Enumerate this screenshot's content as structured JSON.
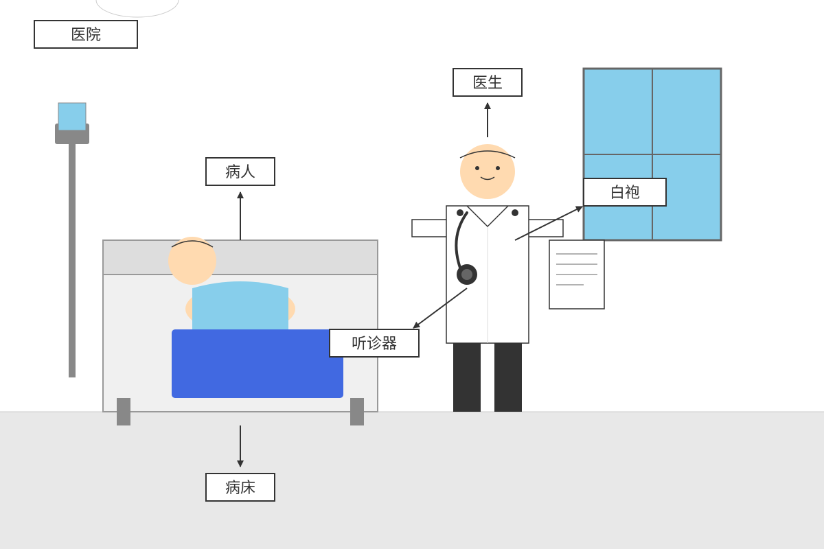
{
  "labels": {
    "hospital": "医院",
    "doctor": "医生",
    "patient": "病人",
    "white_coat": "白袍",
    "stethoscope": "听诊器",
    "bed": "病床"
  },
  "colors": {
    "floor": "#e8e8e8",
    "window_glass": "#87ceeb",
    "window_frame": "#666666",
    "skin": "#ffdab0",
    "blanket": "#4169e1",
    "patient_shirt": "#87ceeb",
    "doctor_pants": "#333333",
    "iv_pole": "#888888",
    "bed_frame": "#f0f0f0"
  }
}
